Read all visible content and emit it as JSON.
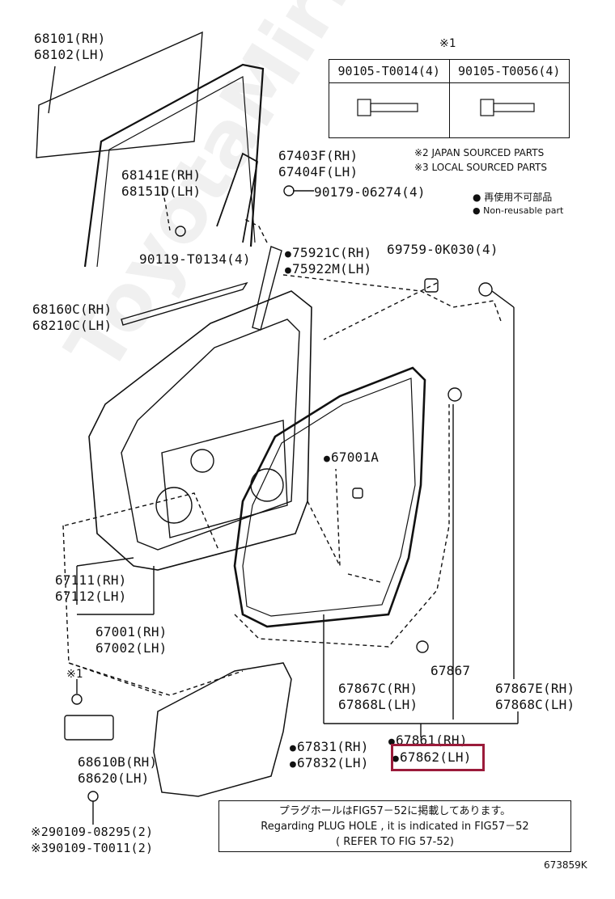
{
  "table": {
    "mark": "※1",
    "col1": "90105-T0014(4)",
    "col2": "90105-T0056(4)"
  },
  "legend": {
    "note2": "※2 JAPAN SOURCED PARTS",
    "note3": "※3 LOCAL SOURCED PARTS",
    "nonreuse_jp": "● 再使用不可部品",
    "nonreuse_en": "● Non-reusable part"
  },
  "labels": {
    "p68101": "68101(RH)",
    "p68102": "68102(LH)",
    "p67403": "67403F(RH)",
    "p67404": "67404F(LH)",
    "p90179": "90179-06274(4)",
    "p68141": "68141E(RH)",
    "p68151": "68151D(LH)",
    "p90119": "90119-T0134(4)",
    "p75921": "75921C(RH)",
    "p75922": "75922M(LH)",
    "p69759": "69759-0K030(4)",
    "p68160": "68160C(RH)",
    "p68210": "68210C(LH)",
    "p67001A": "67001A",
    "p67111": "67111(RH)",
    "p67112": "67112(LH)",
    "p67001": "67001(RH)",
    "p67002": "67002(LH)",
    "p67867": "67867",
    "p67867C": "67867C(RH)",
    "p67868L": "67868L(LH)",
    "p67867E": "67867E(RH)",
    "p67868C": "67868C(LH)",
    "mark1": "※1",
    "p67831": "67831(RH)",
    "p67832": "67832(LH)",
    "p67861": "67861(RH)",
    "p67862": "67862(LH)",
    "p68610": "68610B(RH)",
    "p68620": "68620(LH)",
    "p90109a": "※290109-08295(2)",
    "p90109b": "※390109-T0011(2)"
  },
  "note": {
    "line1": "プラグホールはFIG57－52に掲載してあります。",
    "line2": "Regarding  PLUG HOLE , it is indicated in FIG57－52",
    "line3": "( REFER TO FIG 57-52)"
  },
  "figure_code": "673859K",
  "watermark": "ToyotaMirror.ru",
  "colors": {
    "highlight": "#9b1b3a"
  }
}
